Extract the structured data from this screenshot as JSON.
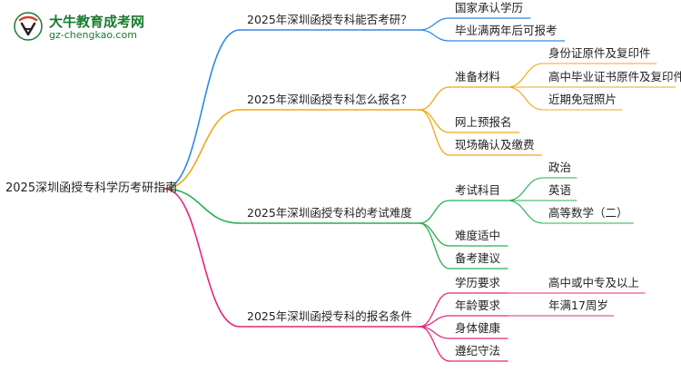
{
  "logo": {
    "name": "大牛教育成考网",
    "url": "gz-chengkao.com"
  },
  "root": "2025深圳函授专科学历考研指南",
  "branches": [
    {
      "label": "2025年深圳函授专科能否考研？",
      "color": "#2e8ae6",
      "children": [
        {
          "label": "国家承认学历"
        },
        {
          "label": "毕业满两年后可报考"
        }
      ]
    },
    {
      "label": "2025年深圳函授专科怎么报名？",
      "color": "#f0a818",
      "children": [
        {
          "label": "准备材料",
          "children": [
            "身份证原件及复印件",
            "高中毕业证书原件及复印件",
            "近期免冠照片"
          ]
        },
        {
          "label": "网上预报名"
        },
        {
          "label": "现场确认及缴费"
        }
      ]
    },
    {
      "label": "2025年深圳函授专科的考试难度",
      "color": "#26b050",
      "children": [
        {
          "label": "考试科目",
          "children": [
            "政治",
            "英语",
            "高等数学（二）"
          ]
        },
        {
          "label": "难度适中"
        },
        {
          "label": "备考建议"
        }
      ]
    },
    {
      "label": "2025年深圳函授专科的报名条件",
      "color": "#e8267a",
      "children": [
        {
          "label": "学历要求",
          "children": [
            "高中或中专及以上"
          ]
        },
        {
          "label": "年龄要求",
          "children": [
            "年满17周岁"
          ]
        },
        {
          "label": "身体健康"
        },
        {
          "label": "遵纪守法"
        }
      ]
    }
  ]
}
